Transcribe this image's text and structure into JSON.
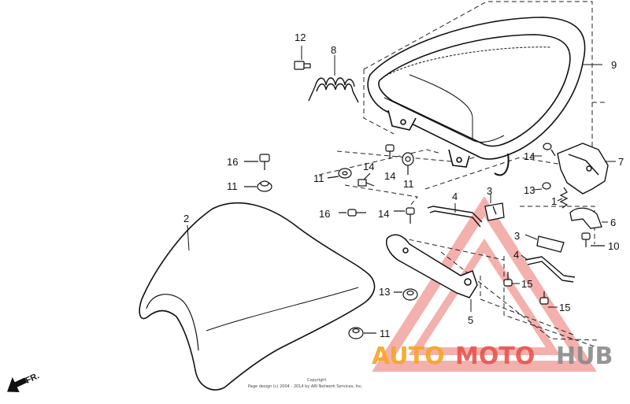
{
  "callouts": {
    "p1": "1",
    "p2": "2",
    "p3a": "3",
    "p3b": "3",
    "p4a": "4",
    "p4b": "4",
    "p5": "5",
    "p6": "6",
    "p7": "7",
    "p8": "8",
    "p9": "9",
    "p10": "10",
    "p11a": "11",
    "p11b": "11",
    "p11c": "11",
    "p11d": "11",
    "p12": "12",
    "p13a": "13",
    "p13b": "13",
    "p14a": "14",
    "p14b": "14",
    "p14c": "14",
    "p14d": "14",
    "p15a": "15",
    "p15b": "15",
    "p16a": "16",
    "p16b": "16"
  },
  "direction": {
    "label": "FR."
  },
  "copyright": {
    "line1": "Copyright",
    "line2": "Page design (c) 2004 - 2014 by ARI Network Services, Inc."
  },
  "watermark": {
    "part1": "AUTO",
    "part2": "MOTO",
    "part3": "HUB",
    "color_orange": "#f5a623",
    "color_red": "#e8554e",
    "color_gray": "#8a8a8a"
  }
}
